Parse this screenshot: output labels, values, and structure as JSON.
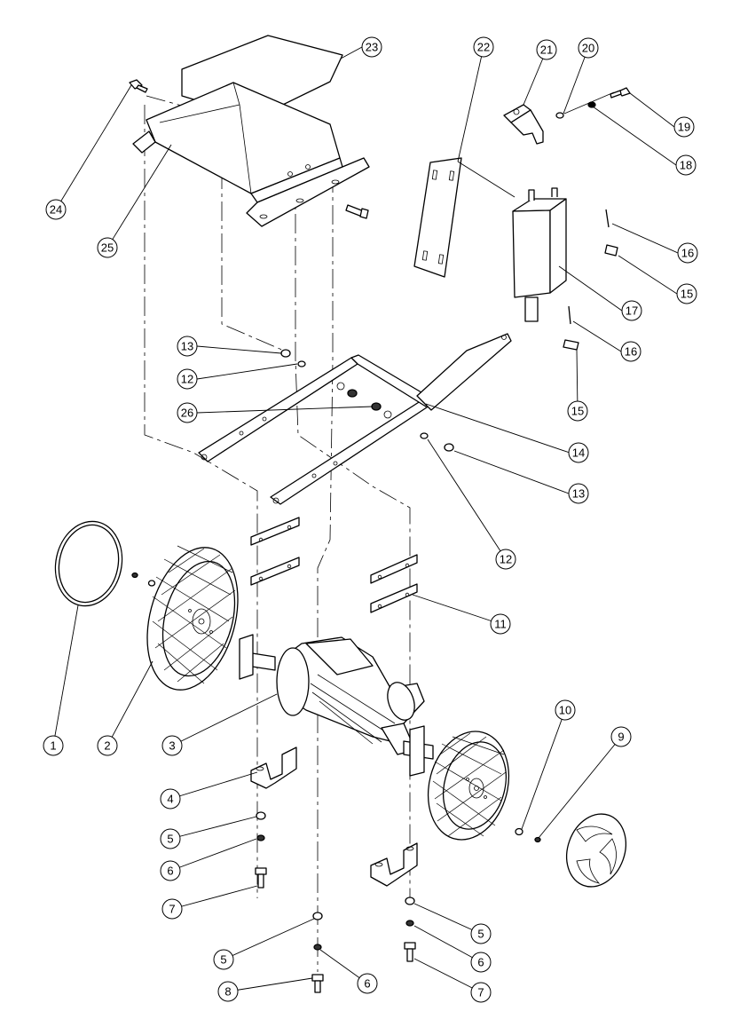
{
  "callouts": [
    {
      "id": "c1",
      "label": "1"
    },
    {
      "id": "c2",
      "label": "2"
    },
    {
      "id": "c3",
      "label": "3"
    },
    {
      "id": "c4",
      "label": "4"
    },
    {
      "id": "c5a",
      "label": "5"
    },
    {
      "id": "c5b",
      "label": "5"
    },
    {
      "id": "c5c",
      "label": "5"
    },
    {
      "id": "c6a",
      "label": "6"
    },
    {
      "id": "c6b",
      "label": "6"
    },
    {
      "id": "c6c",
      "label": "6"
    },
    {
      "id": "c7a",
      "label": "7"
    },
    {
      "id": "c7b",
      "label": "7"
    },
    {
      "id": "c8",
      "label": "8"
    },
    {
      "id": "c9",
      "label": "9"
    },
    {
      "id": "c10",
      "label": "10"
    },
    {
      "id": "c11",
      "label": "11"
    },
    {
      "id": "c12a",
      "label": "12"
    },
    {
      "id": "c12b",
      "label": "12"
    },
    {
      "id": "c13a",
      "label": "13"
    },
    {
      "id": "c13b",
      "label": "13"
    },
    {
      "id": "c14",
      "label": "14"
    },
    {
      "id": "c15a",
      "label": "15"
    },
    {
      "id": "c15b",
      "label": "15"
    },
    {
      "id": "c16a",
      "label": "16"
    },
    {
      "id": "c16b",
      "label": "16"
    },
    {
      "id": "c17",
      "label": "17"
    },
    {
      "id": "c18",
      "label": "18"
    },
    {
      "id": "c19",
      "label": "19"
    },
    {
      "id": "c20",
      "label": "20"
    },
    {
      "id": "c21",
      "label": "21"
    },
    {
      "id": "c22",
      "label": "22"
    },
    {
      "id": "c23",
      "label": "23"
    },
    {
      "id": "c24",
      "label": "24"
    },
    {
      "id": "c25",
      "label": "25"
    },
    {
      "id": "c26",
      "label": "26"
    }
  ]
}
